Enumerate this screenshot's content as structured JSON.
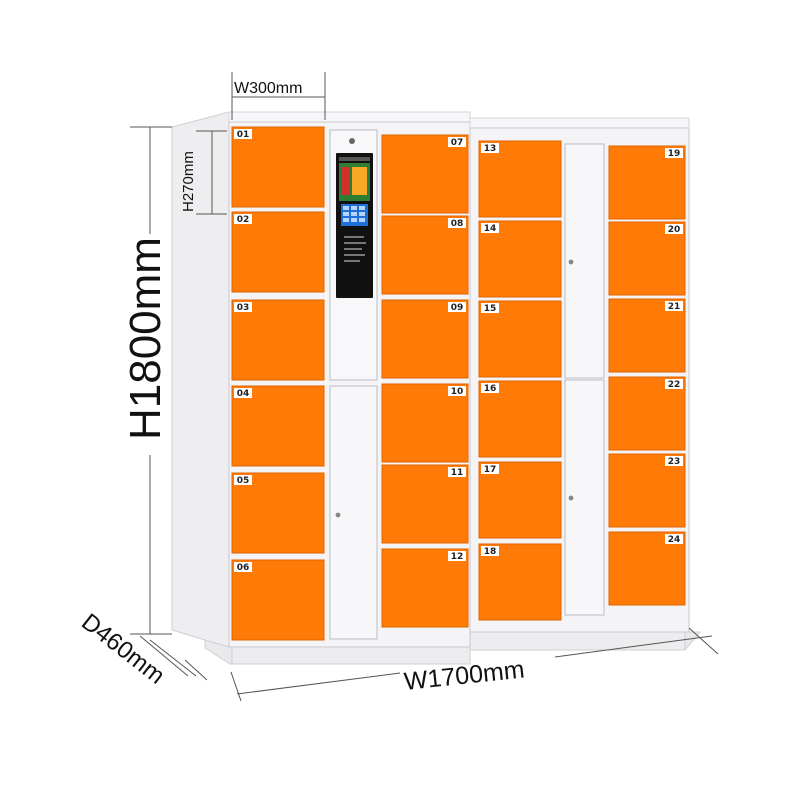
{
  "dimensions": {
    "width_cell": "W300mm",
    "height_cell": "H270mm",
    "height_total": "H1800mm",
    "depth": "D460mm",
    "width_total": "W1700mm"
  },
  "door_numbers": [
    "01",
    "02",
    "03",
    "04",
    "05",
    "06",
    "07",
    "08",
    "09",
    "10",
    "11",
    "12",
    "13",
    "14",
    "15",
    "16",
    "17",
    "18",
    "19",
    "20",
    "21",
    "22",
    "23",
    "24"
  ],
  "colors": {
    "door": "#ff7a06",
    "door_edge": "#e06400",
    "cabinet": "#f4f4f6",
    "cabinet_edge": "#c9c9cf",
    "panel": "#111111",
    "screen": "#2e7d32",
    "keypad": "#1e6fd6"
  }
}
